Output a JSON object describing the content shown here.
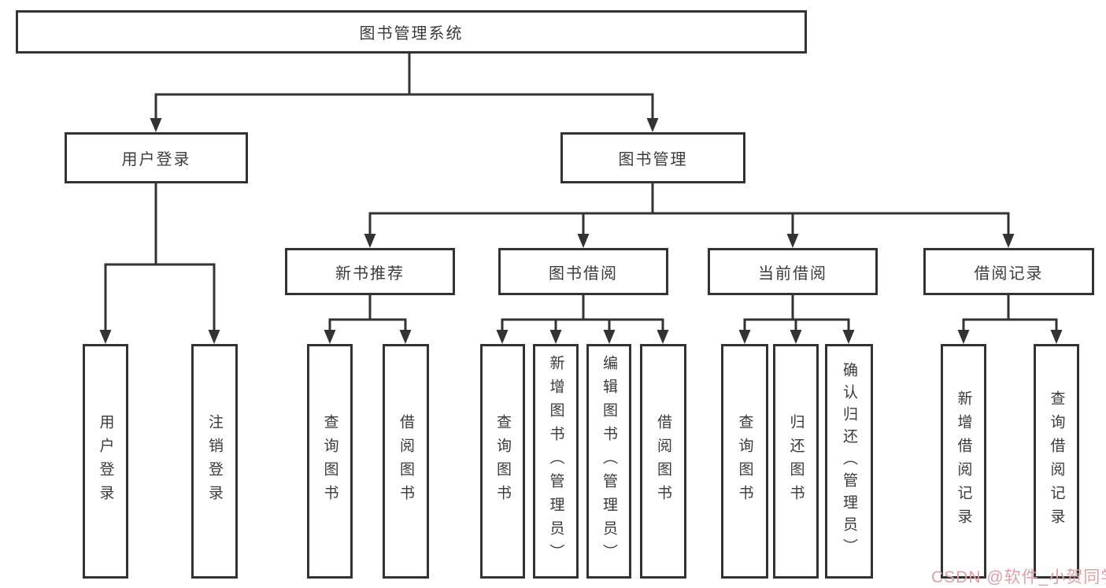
{
  "diagram_title": "图书管理系统",
  "tree": {
    "root": {
      "label": "图书管理系统"
    },
    "branches": [
      {
        "label": "用户登录",
        "children": [
          {
            "label": "用户登录"
          },
          {
            "label": "注销登录"
          }
        ]
      },
      {
        "label": "图书管理",
        "groups": [
          {
            "label": "新书推荐",
            "children": [
              {
                "label": "查询图书"
              },
              {
                "label": "借阅图书"
              }
            ]
          },
          {
            "label": "图书借阅",
            "children": [
              {
                "label": "查询图书"
              },
              {
                "label": "新增图书（管理员）"
              },
              {
                "label": "编辑图书（管理员）"
              },
              {
                "label": "借阅图书"
              }
            ]
          },
          {
            "label": "当前借阅",
            "children": [
              {
                "label": "查询图书"
              },
              {
                "label": "归还图书"
              },
              {
                "label": "确认归还（管理员）"
              }
            ]
          },
          {
            "label": "借阅记录",
            "children": [
              {
                "label": "新增借阅记录"
              },
              {
                "label": "查询借阅记录"
              }
            ]
          }
        ]
      }
    ]
  },
  "watermark": {
    "text": "CSDN @软件_小贺同学",
    "color": "#e0a0a3"
  },
  "colors": {
    "line": "#333333",
    "text": "#3a3a3a",
    "background": "#ffffff"
  }
}
